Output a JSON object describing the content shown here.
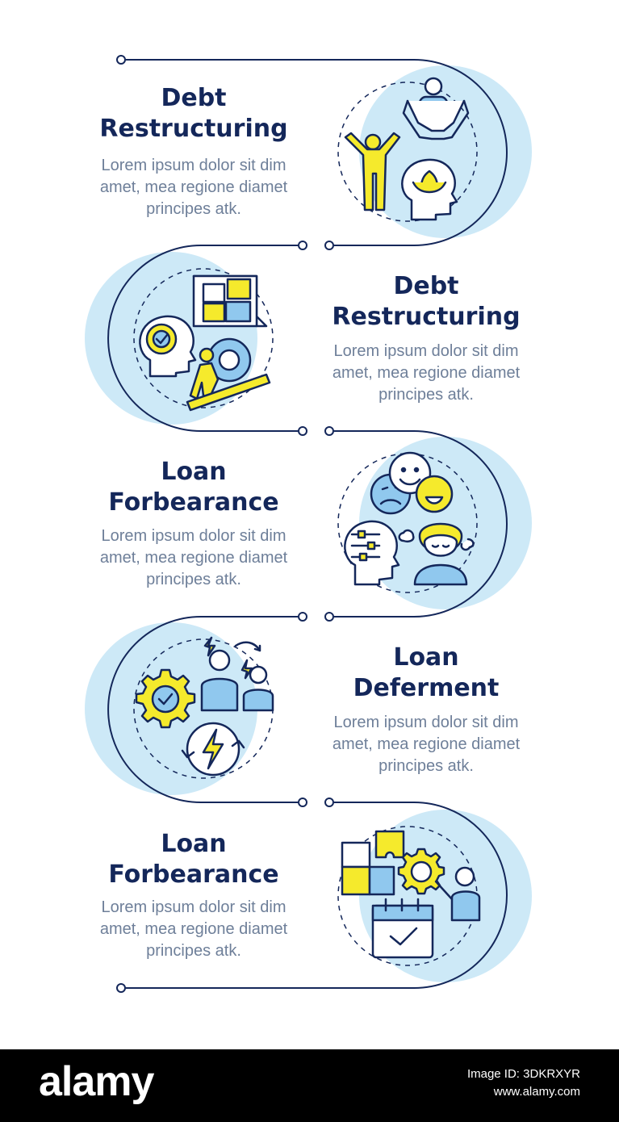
{
  "steps": [
    {
      "title_line1": "Debt",
      "title_line2": "Restructuring",
      "body_lines": [
        "Lorem ipsum dolor sit dim",
        "amet, mea regione diamet",
        "principes atk."
      ]
    },
    {
      "title_line1": "Debt",
      "title_line2": "Restructuring",
      "body_lines": [
        "Lorem ipsum dolor sit dim",
        "amet, mea regione diamet",
        "principes atk."
      ]
    },
    {
      "title_line1": "Loan",
      "title_line2": "Forbearance",
      "body_lines": [
        "Lorem ipsum dolor sit dim",
        "amet, mea regione diamet",
        "principes atk."
      ]
    },
    {
      "title_line1": "Loan",
      "title_line2": "Deferment",
      "body_lines": [
        "Lorem ipsum dolor sit dim",
        "amet, mea regione diamet",
        "principes atk."
      ]
    },
    {
      "title_line1": "Loan",
      "title_line2": "Forbearance",
      "body_lines": [
        "Lorem ipsum dolor sit dim",
        "amet, mea regione diamet",
        "principes atk."
      ]
    }
  ],
  "icons": [
    "people-support-icon",
    "problem-solving-icon",
    "emotions-icon",
    "teamwork-energy-icon",
    "planning-puzzle-icon"
  ],
  "colors": {
    "navy": "#14275a",
    "light_blue": "#cde9f7",
    "yellow": "#f5ea2c",
    "mid_blue": "#90c8ee",
    "gray_text": "#6e7f99"
  },
  "footer": {
    "brand": "alamy",
    "image_id": "Image ID: 3DKRXYR",
    "site": "www.alamy.com"
  }
}
